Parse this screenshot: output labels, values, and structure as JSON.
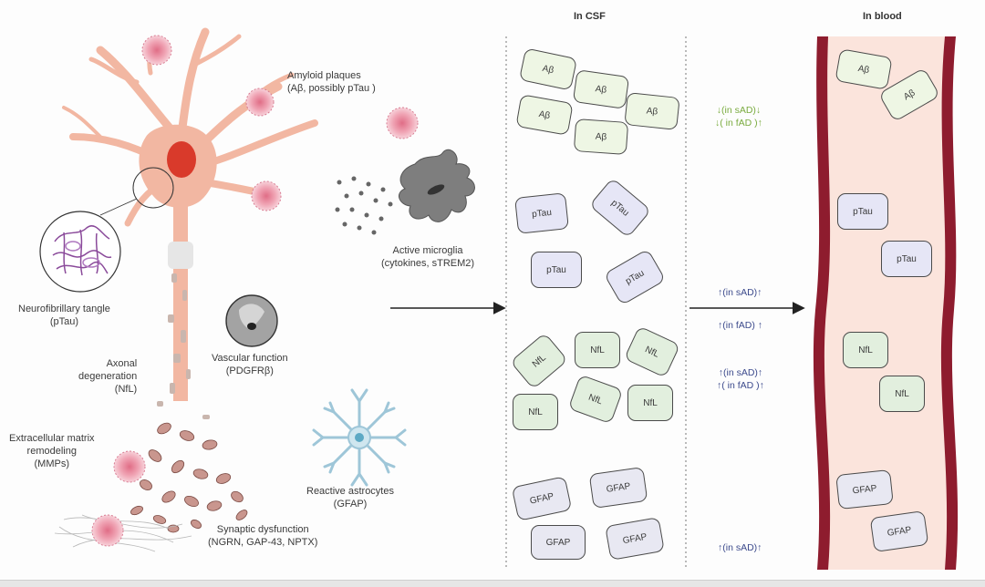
{
  "headers": {
    "csf": "In CSF",
    "blood": "In blood"
  },
  "labels": {
    "amyloid": [
      "Amyloid plaques",
      "(Aβ, possibly pTau )"
    ],
    "microglia": [
      "Active microglia",
      "(cytokines, sTREM2)"
    ],
    "tangle": [
      "Neurofibrillary tangle",
      "(pTau)"
    ],
    "axonal": [
      "Axonal",
      "degeneration",
      "(NfL)"
    ],
    "vascular": [
      "Vascular function",
      "(PDGFRβ)"
    ],
    "ecm": [
      "Extracellular matrix",
      "remodeling",
      "(MMPs)"
    ],
    "astrocytes": [
      "Reactive astrocytes",
      "(GFAP)"
    ],
    "synaptic": [
      "Synaptic dysfunction",
      "(NGRN, GAP-43, NPTX)"
    ]
  },
  "biomarkers": {
    "abeta": "Aβ",
    "ptau": "pTau",
    "nfl": "NfL",
    "gfap": "GFAP"
  },
  "changes": {
    "abeta": [
      "↓(in sAD)↓",
      "↓( in fAD )↑"
    ],
    "ptau": [
      "↑(in sAD)↑",
      "↑(in fAD) ↑"
    ],
    "nfl": [
      "↑(in sAD)↑",
      "↑( in fAD )↑"
    ],
    "gfap": [
      "↑(in sAD)↑"
    ]
  },
  "colors": {
    "neuron": "#f2b7a2",
    "nucleus": "#d93a2b",
    "abeta_fill": "#eef6e4",
    "ptau_fill": "#e6e6f6",
    "nfl_fill": "#e2efde",
    "gfap_fill": "#e8e8f2",
    "abeta_text": "#7aab3f",
    "change_text": "#3c4a8c",
    "vessel_wall": "#8e1c2e",
    "vessel_lumen": "#fbe4dc"
  }
}
